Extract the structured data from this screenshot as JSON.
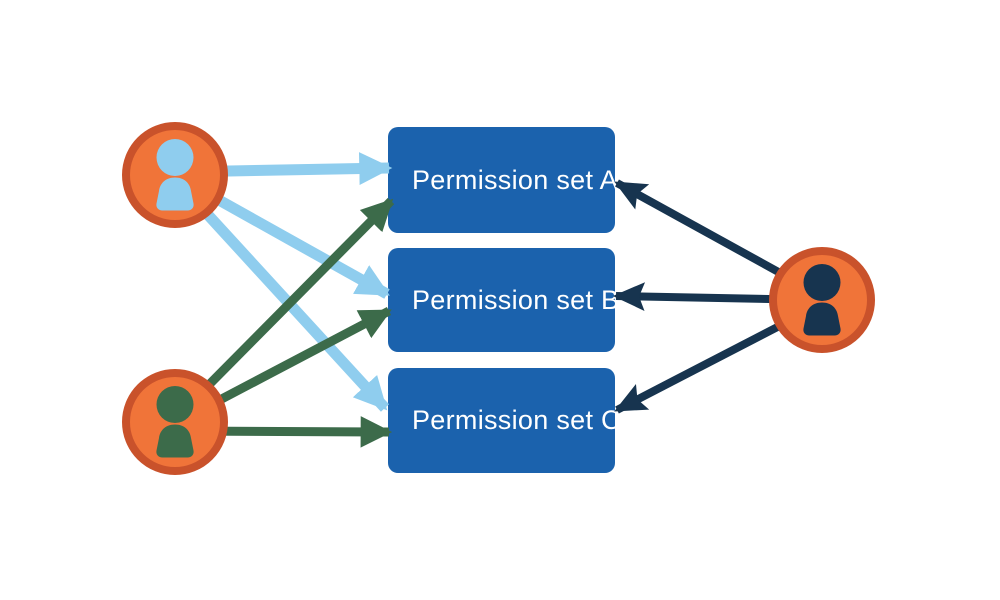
{
  "permission_sets": [
    {
      "id": "A",
      "label": "Permission set A"
    },
    {
      "id": "B",
      "label": "Permission set B"
    },
    {
      "id": "C",
      "label": "Permission set C"
    }
  ],
  "users": [
    {
      "id": "user-lightblue",
      "icon": "person-icon",
      "color": "#8fcdee"
    },
    {
      "id": "user-green",
      "icon": "person-icon",
      "color": "#3c6b4a"
    },
    {
      "id": "user-navy",
      "icon": "person-icon",
      "color": "#17344f"
    }
  ],
  "connections": [
    {
      "from": "user-lightblue",
      "to": "Permission set A",
      "color": "#8fcdee"
    },
    {
      "from": "user-lightblue",
      "to": "Permission set B",
      "color": "#8fcdee"
    },
    {
      "from": "user-lightblue",
      "to": "Permission set C",
      "color": "#8fcdee"
    },
    {
      "from": "user-green",
      "to": "Permission set A",
      "color": "#3c6b4a"
    },
    {
      "from": "user-green",
      "to": "Permission set B",
      "color": "#3c6b4a"
    },
    {
      "from": "user-green",
      "to": "Permission set C",
      "color": "#3c6b4a"
    },
    {
      "from": "user-navy",
      "to": "Permission set A",
      "color": "#17344f"
    },
    {
      "from": "user-navy",
      "to": "Permission set B",
      "color": "#17344f"
    },
    {
      "from": "user-navy",
      "to": "Permission set C",
      "color": "#17344f"
    }
  ],
  "colors": {
    "box_fill": "#1b62ad",
    "box_text": "#ffffff",
    "badge_fill": "#f07439",
    "badge_border": "#c9522b",
    "arrow_light_blue": "#8fcdee",
    "arrow_green": "#3c6b4a",
    "arrow_navy": "#17344f",
    "background": "#ffffff"
  }
}
